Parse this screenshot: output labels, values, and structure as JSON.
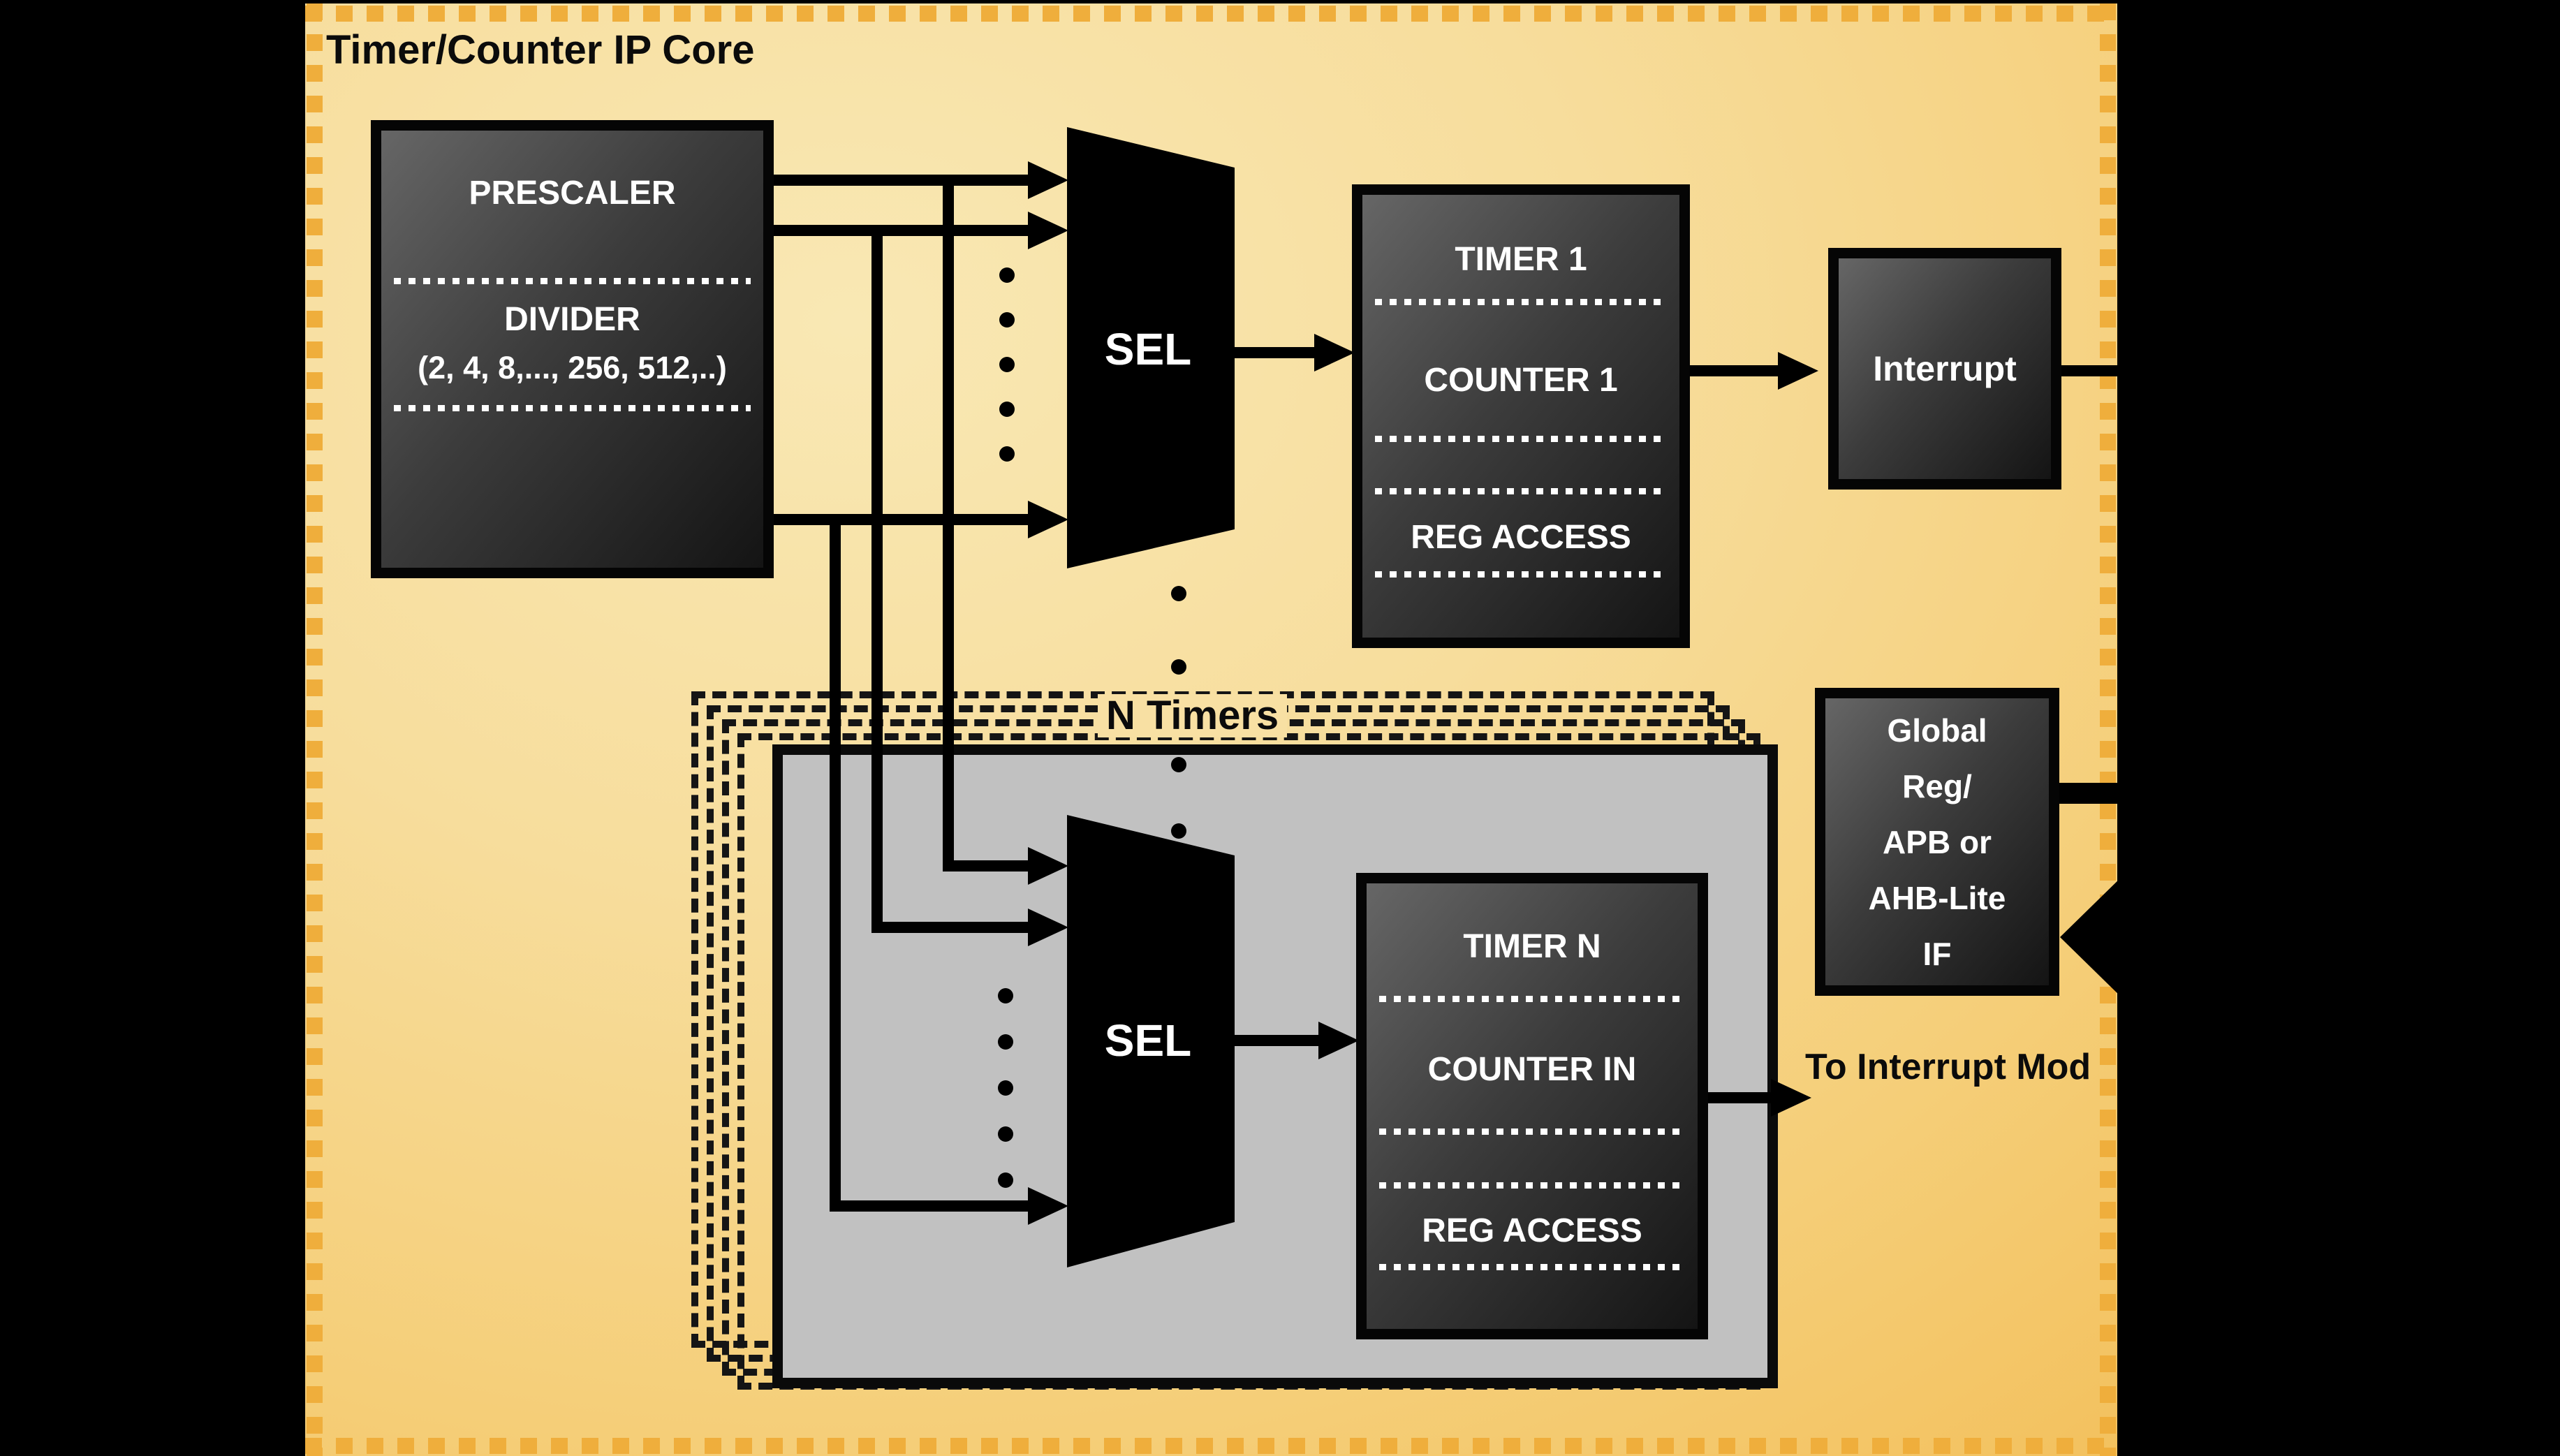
{
  "panel": {
    "title": "Timer/Counter IP Core",
    "border_dash_color": "#EFAE3C",
    "bg_light": "#F9E8B4",
    "bg_dark": "#F1B648"
  },
  "prescaler": {
    "title": "PRESCALER",
    "divider": "DIVIDER",
    "divider_values": "(2, 4, 8,..., 256, 512,..)"
  },
  "sel1": {
    "label": "SEL"
  },
  "sel2": {
    "label": "SEL"
  },
  "timer1": {
    "rows": [
      "TIMER 1",
      "COUNTER 1",
      "REG ACCESS"
    ]
  },
  "timer_n": {
    "rows": [
      "TIMER N",
      "COUNTER IN",
      "REG ACCESS"
    ]
  },
  "interrupt": {
    "label": "Interrupt"
  },
  "global_reg": {
    "lines": [
      "Global",
      "Reg/",
      "APB or",
      "AHB-Lite",
      "IF"
    ]
  },
  "n_timers": {
    "label": "N Timers"
  },
  "annotations": {
    "to_interrupt": "To Interrupt Mod"
  },
  "colors": {
    "block_border": "#050505",
    "block_gradient_light": "#666666",
    "block_gradient_dark": "#141414",
    "gray_group_fill": "#C1C1C1",
    "wire": "#000000",
    "separator_dots": "#FFFFFF",
    "letterbox": "#000000"
  }
}
